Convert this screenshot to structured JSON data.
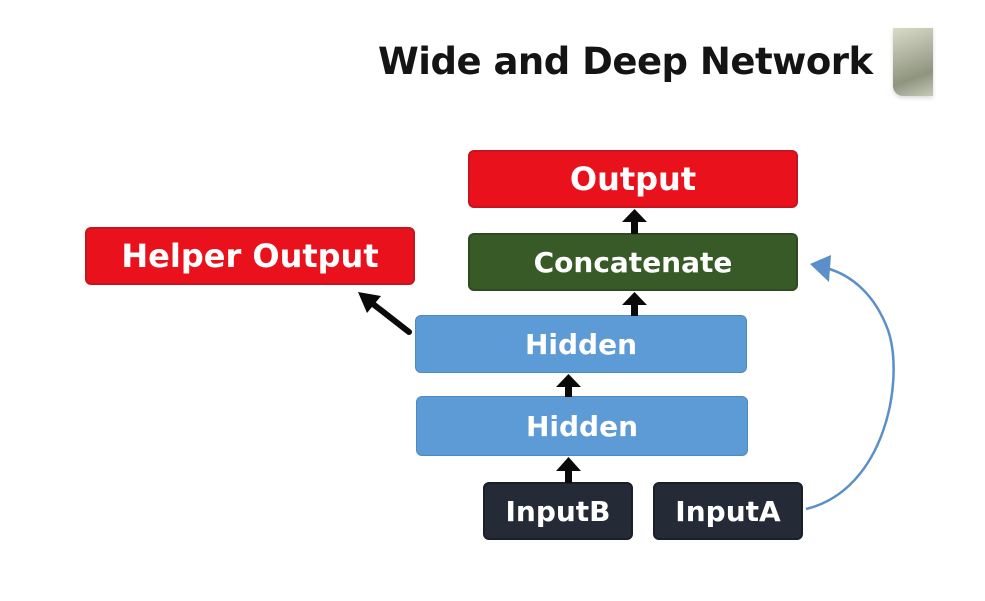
{
  "title": "Wide and Deep Network",
  "nodes": {
    "output": "Output",
    "concatenate": "Concatenate",
    "helper_output": "Helper Output",
    "hidden_top": "Hidden",
    "hidden_bottom": "Hidden",
    "input_b": "InputB",
    "input_a": "InputA"
  },
  "colors": {
    "output_red": "#e8111c",
    "concatenate_green": "#385a27",
    "hidden_blue": "#5c9bd5",
    "input_dark": "#242a36",
    "wide_arrow_blue": "#5b8fc7"
  }
}
